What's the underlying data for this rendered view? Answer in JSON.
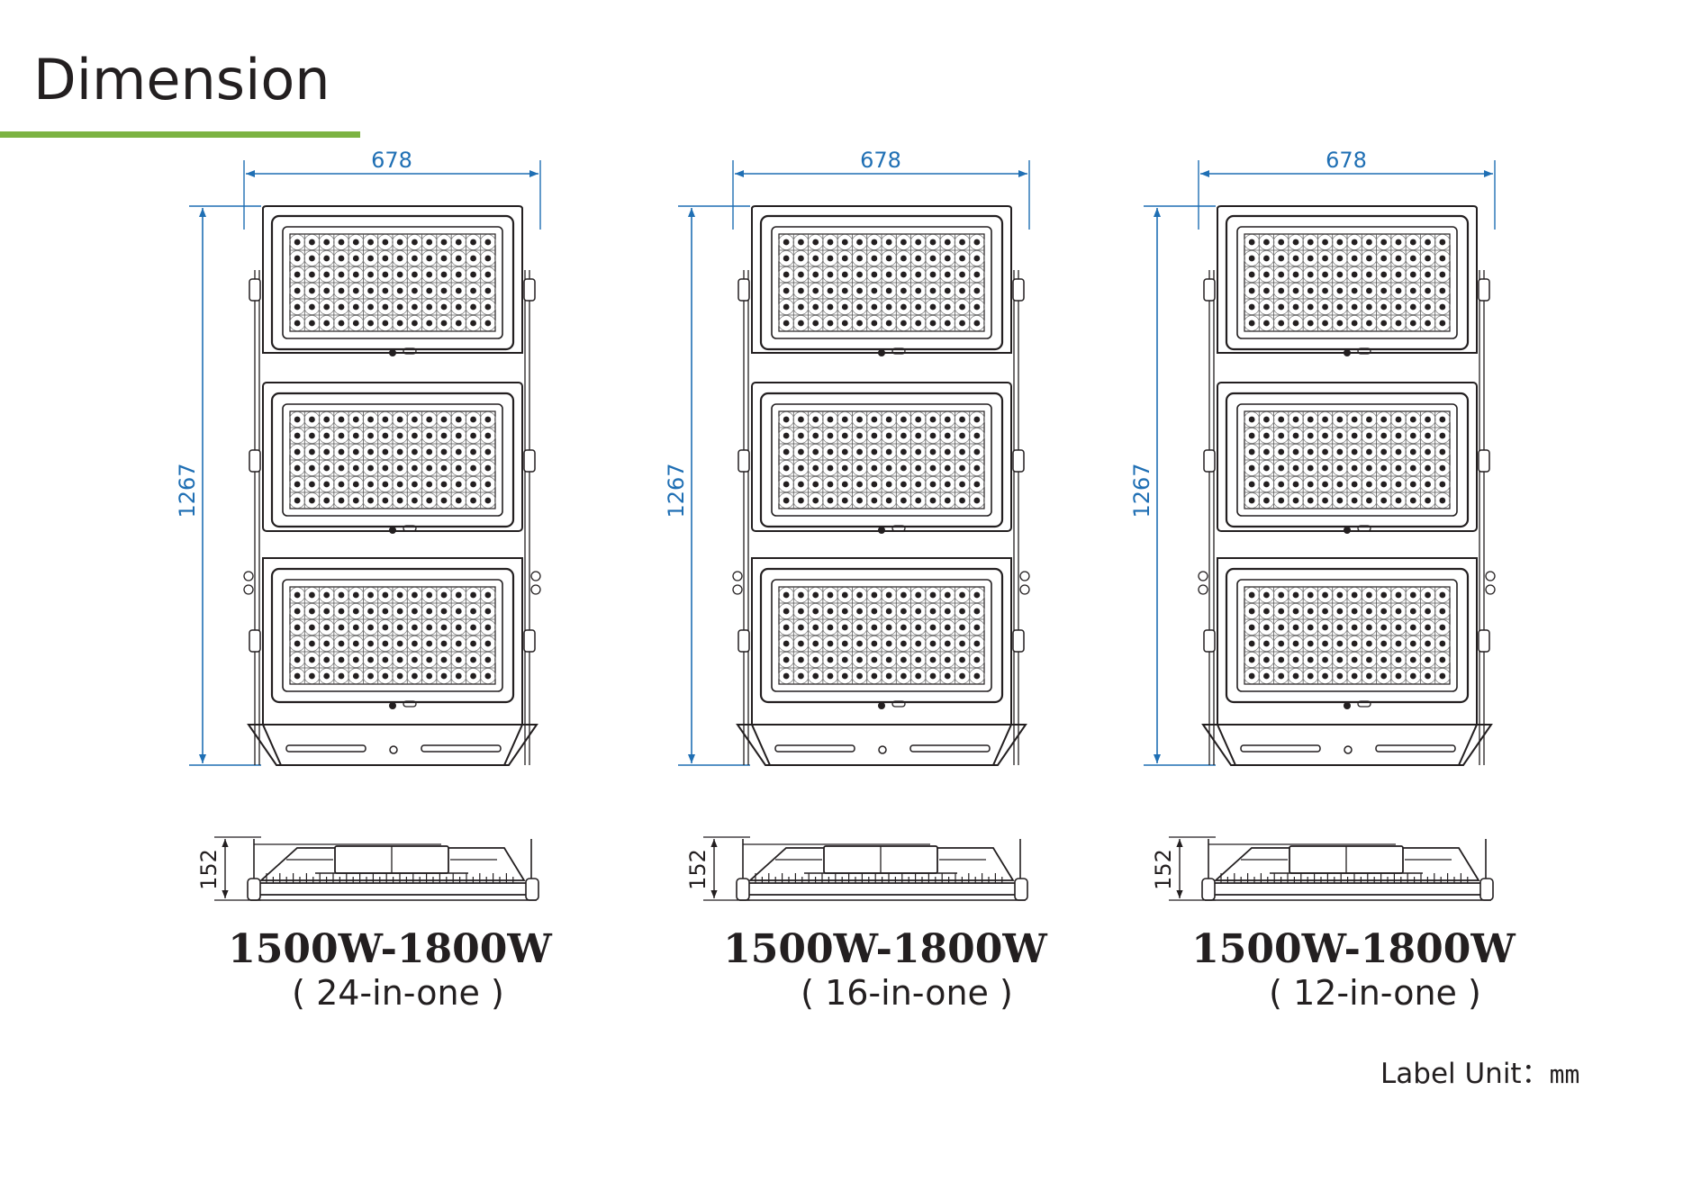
{
  "title": "Dimension",
  "accent_color": "#7cb342",
  "dimension_color": "#1f6fb4",
  "models": [
    {
      "width": "678",
      "height": "1267",
      "depth": "152",
      "wattage": "1500W-1800W",
      "config": "( 24-in-one )",
      "led_cols": 14,
      "led_rows": 6
    },
    {
      "width": "678",
      "height": "1267",
      "depth": "152",
      "wattage": "1500W-1800W",
      "config": "( 16-in-one )",
      "led_cols": 14,
      "led_rows": 6
    },
    {
      "width": "678",
      "height": "1267",
      "depth": "152",
      "wattage": "1500W-1800W",
      "config": "( 12-in-one )",
      "led_cols": 14,
      "led_rows": 6
    }
  ],
  "unit_label": "Label Unit：",
  "unit_value": "mm"
}
